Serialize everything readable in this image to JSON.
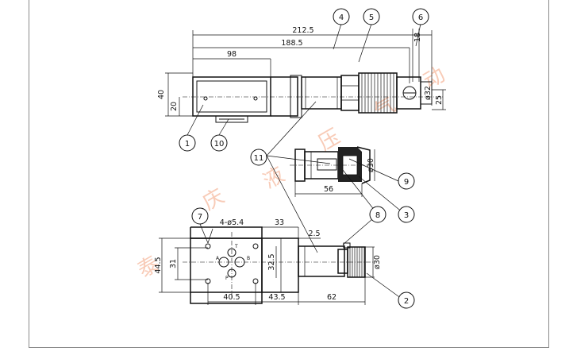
{
  "top_view": {
    "dims": [
      "212.5",
      "188.5",
      "98",
      "40",
      "20",
      "ø32",
      "25",
      "18"
    ]
  },
  "section_view": {
    "dims": [
      "ø30",
      "56"
    ]
  },
  "bottom_view": {
    "dims": [
      "4-ø5.4",
      "33",
      "2.5",
      "44.5",
      "31",
      "32.5",
      "ø30",
      "40.5",
      "43.5",
      "62"
    ],
    "port_labels": [
      "A",
      "T",
      "B",
      "P"
    ]
  },
  "balloons": [
    "1",
    "2",
    "3",
    "4",
    "5",
    "6",
    "7",
    "8",
    "9",
    "10",
    "11"
  ],
  "watermark": [
    "泰",
    "庆",
    "液",
    "压",
    "气",
    "动"
  ]
}
